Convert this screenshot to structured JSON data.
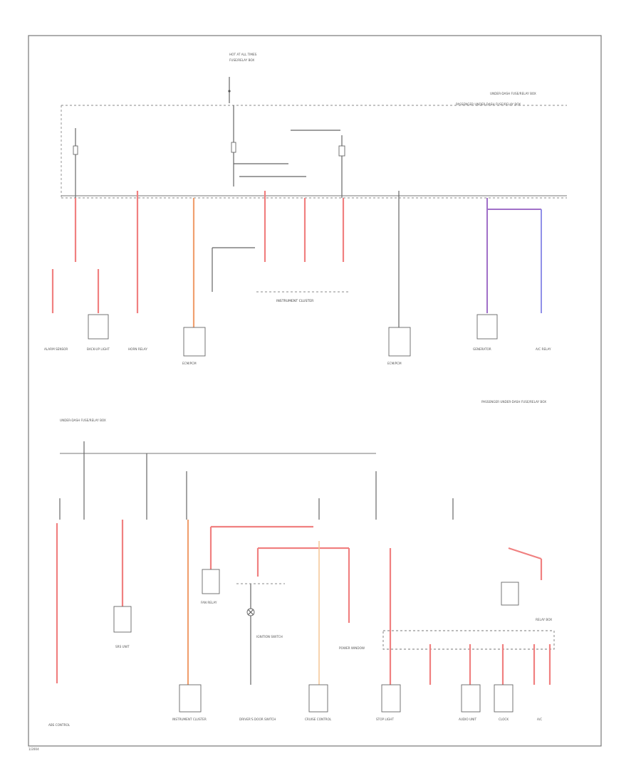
{
  "footer": {
    "code": "1/2004"
  },
  "labels": {
    "top_source": "HOT AT ALL TIMES",
    "top_fuse_block": "FUSE/RELAY BOX",
    "top_right_note": "UNDER-DASH FUSE/RELAY BOX",
    "top_right_legend": "PASSENGER UNDER-DASH FUSE/RELAY BOX",
    "instrument_cluster_top": "INSTRUMENT CLUSTER",
    "bottom_source": "UNDER-DASH FUSE/RELAY BOX",
    "right_mid_note": "PASSENGER UNDER-DASH FUSE/RELAY BOX",
    "bottom_right_note": "RELAY BOX",
    "top_comp_1": "ALARM SENSOR",
    "top_comp_2": "BACK-UP LIGHT",
    "top_comp_3": "HORN RELAY",
    "top_comp_4": "ECM/PCM",
    "top_comp_5": "ECM/PCM",
    "top_comp_6": "GENERATOR",
    "top_comp_7": "A/C RELAY",
    "bot_comp_1": "ABS CONTROL",
    "bot_comp_2": "SRS UNIT",
    "bot_comp_3": "FAN RELAY",
    "bot_comp_4": "INSTRUMENT CLUSTER",
    "bot_comp_5": "DRIVER'S DOOR SWITCH",
    "bot_comp_6": "CRUISE CONTROL",
    "bot_comp_7": "IGNITION SWITCH",
    "bot_comp_8": "POWER WINDOW",
    "bot_comp_9": "STOP LIGHT",
    "bot_comp_10": "AUDIO UNIT",
    "bot_comp_11": "CLOCK",
    "bot_comp_12": "A/C"
  }
}
